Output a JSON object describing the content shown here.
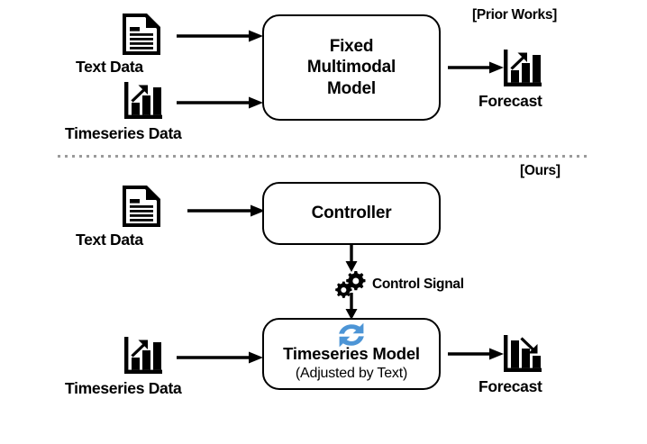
{
  "figure": {
    "title": "Prior works vs. Ours: text-controlled timeseries forecasting",
    "colors": {
      "stroke": "#000000",
      "background": "#ffffff",
      "divider": "#9a9a9a",
      "accent_blue": "#4d95d6",
      "accent_blue_dark": "#3a7fbe"
    }
  },
  "top_section": {
    "tag": "[Prior Works]",
    "inputs": [
      {
        "icon": "document-icon",
        "label": "Text Data"
      },
      {
        "icon": "bar-chart-up-icon",
        "label": "Timeseries Data"
      }
    ],
    "model": {
      "lines": [
        "Fixed",
        "Multimodal",
        "Model"
      ]
    },
    "output": {
      "icon": "bar-chart-up-icon",
      "label": "Forecast"
    }
  },
  "bottom_section": {
    "tag": "[Ours]",
    "text_input": {
      "icon": "document-icon",
      "label": "Text Data"
    },
    "controller": {
      "title": "Controller"
    },
    "control_signal": {
      "icon": "gears-icon",
      "label": "Control Signal"
    },
    "timeseries_input": {
      "icon": "bar-chart-up-icon",
      "label": "Timeseries Data"
    },
    "model": {
      "icon": "sync-refresh-icon",
      "title": "Timeseries Model",
      "subtitle": "(Adjusted by Text)"
    },
    "output": {
      "icon": "bar-chart-down-icon",
      "label": "Forecast"
    }
  }
}
